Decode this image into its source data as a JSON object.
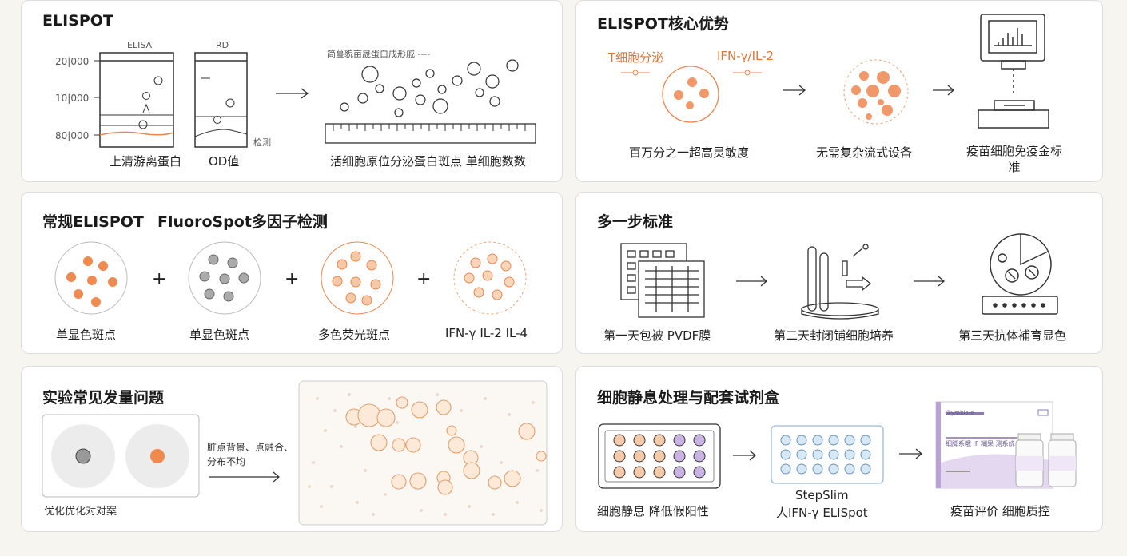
{
  "colors": {
    "accent": "#e8874f",
    "gray": "#999999",
    "lavender": "#b9a2d4",
    "lightblue": "#a9cbe8",
    "panel_border": "#dddddd"
  },
  "p1": {
    "title": "ELISPOT",
    "elisa_label": "ELISA",
    "od_header": "RD",
    "yticks": [
      "20|000",
      "10|000",
      "80|000"
    ],
    "caption_supernatant": "上清游离蛋白",
    "caption_od": "OD值",
    "detect_note": "检测",
    "top_note": "简蔓貌亩晟蛋白戌形戚 ----",
    "caption_spot": "活细胞原位分泌蛋白斑点 单细胞数数"
  },
  "p2": {
    "title": "ELISPOT核心优势",
    "t_cell": "T细胞分泌",
    "ifn": "IFN-γ/IL-2",
    "cap1": "百万分之一超高灵敏度",
    "cap2": "无需复杂流式设备",
    "cap3": "疫苗细胞免疫金标准"
  },
  "p3": {
    "title": "常规ELISPOT",
    "title2": "FluoroSpot多因子检测",
    "cap1": "单显色斑点",
    "cap2": "单显色斑点",
    "cap3": "多色荧光斑点",
    "cap4": "IFN-γ IL-2 IL-4",
    "plus": "+"
  },
  "p4": {
    "title": "多一步标准",
    "cap1": "第一天包被 PVDF膜",
    "cap2": "第二天封闭铺细胞培养",
    "cap3": "第三天抗体補育显色"
  },
  "p5": {
    "title": "实验常见发量问题",
    "note": "脏点背景、点融合、分布不均",
    "caption": "优化优化对对案"
  },
  "p6": {
    "title": "细胞静息处理与配套试剂盒",
    "cap1": "细胞静息 降低假阳性",
    "cap2a": "StepSlim",
    "cap2b": "人IFN-γ ELISpot",
    "cap3": "疫苗评价 细胞质控",
    "box_brand": "@ymbio-e",
    "box_line": "细脚系哦 IF 糊果 测系统"
  },
  "icons": [
    "right-arrow-icon",
    "plate-icon",
    "pipette-icon",
    "incubator-icon",
    "elispot-reader-icon",
    "reagent-box-icon"
  ]
}
